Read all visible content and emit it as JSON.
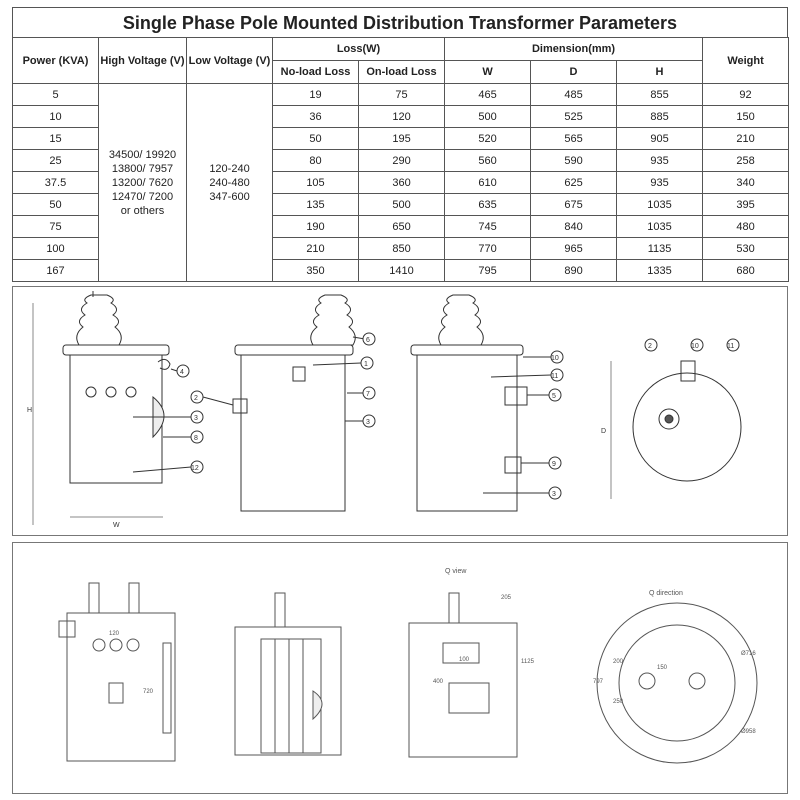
{
  "title": "Single Phase Pole Mounted Distribution Transformer Parameters",
  "table": {
    "headers": {
      "power": "Power (KVA)",
      "high_voltage": "High Voltage (V)",
      "low_voltage": "Low Voltage (V)",
      "loss": "Loss(W)",
      "no_load": "No-load Loss",
      "on_load": "On-load Loss",
      "dimension": "Dimension(mm)",
      "w": "W",
      "d": "D",
      "h": "H",
      "weight": "Weight"
    },
    "high_voltage_lines": [
      "34500/ 19920",
      "13800/ 7957",
      "13200/ 7620",
      "12470/ 7200",
      "or others"
    ],
    "low_voltage_lines": [
      "120-240",
      "240-480",
      "347-600"
    ],
    "rows": [
      {
        "power": "5",
        "no_load": "19",
        "on_load": "75",
        "w": "465",
        "d": "485",
        "h": "855",
        "weight": "92"
      },
      {
        "power": "10",
        "no_load": "36",
        "on_load": "120",
        "w": "500",
        "d": "525",
        "h": "885",
        "weight": "150"
      },
      {
        "power": "15",
        "no_load": "50",
        "on_load": "195",
        "w": "520",
        "d": "565",
        "h": "905",
        "weight": "210"
      },
      {
        "power": "25",
        "no_load": "80",
        "on_load": "290",
        "w": "560",
        "d": "590",
        "h": "935",
        "weight": "258"
      },
      {
        "power": "37.5",
        "no_load": "105",
        "on_load": "360",
        "w": "610",
        "d": "625",
        "h": "935",
        "weight": "340"
      },
      {
        "power": "50",
        "no_load": "135",
        "on_load": "500",
        "w": "635",
        "d": "675",
        "h": "1035",
        "weight": "395"
      },
      {
        "power": "75",
        "no_load": "190",
        "on_load": "650",
        "w": "745",
        "d": "840",
        "h": "1035",
        "weight": "480"
      },
      {
        "power": "100",
        "no_load": "210",
        "on_load": "850",
        "w": "770",
        "d": "965",
        "h": "1135",
        "weight": "530"
      },
      {
        "power": "167",
        "no_load": "350",
        "on_load": "1410",
        "w": "795",
        "d": "890",
        "h": "1335",
        "weight": "680"
      }
    ]
  },
  "drawing1": {
    "dimension_labels": {
      "h": "H",
      "w": "W",
      "d": "D"
    },
    "callouts": [
      "1",
      "2",
      "3",
      "5",
      "6",
      "7",
      "8",
      "9",
      "10",
      "11",
      "12"
    ]
  },
  "drawing2": {
    "q_view": "Q view",
    "q_direction": "Q direction",
    "dims": {
      "d120": "120",
      "d100": "100",
      "d150": "150",
      "d250": "250",
      "d200": "200",
      "d1125": "1125",
      "d797": "797",
      "d205": "205",
      "d720": "720",
      "d400": "400",
      "d716": "Ø716",
      "d958": "Ø958"
    }
  }
}
